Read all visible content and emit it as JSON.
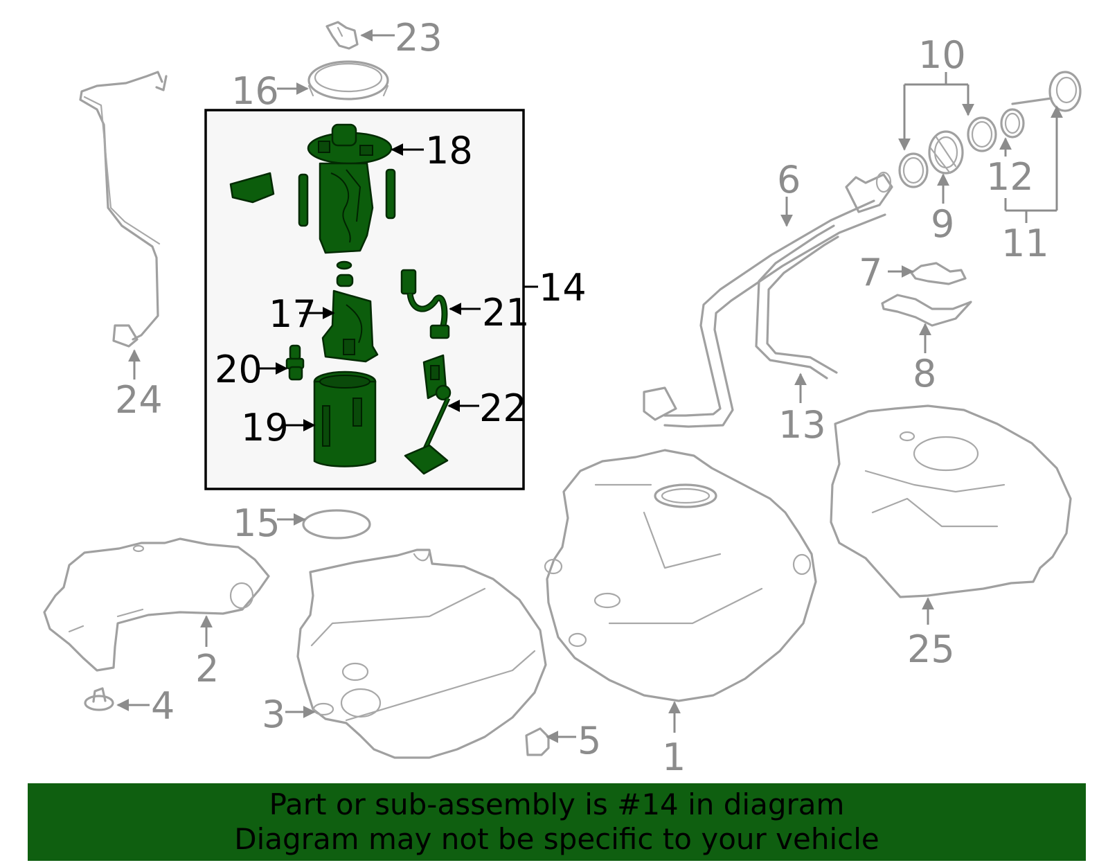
{
  "labels": {
    "p1": "1",
    "p2": "2",
    "p3": "3",
    "p4": "4",
    "p5": "5",
    "p6": "6",
    "p7": "7",
    "p8": "8",
    "p9": "9",
    "p10": "10",
    "p11": "11",
    "p12": "12",
    "p13": "13",
    "p14": "14",
    "p15": "15",
    "p16": "16",
    "p17": "17",
    "p18": "18",
    "p19": "19",
    "p20": "20",
    "p21": "21",
    "p22": "22",
    "p23": "23",
    "p24": "24",
    "p25": "25"
  },
  "banner": {
    "line1": "Part or sub-assembly is #14 in diagram",
    "line2": "Diagram may not be specific to your vehicle"
  },
  "colors": {
    "highlight_green": "#0c5d0c",
    "banner_green": "#0f5f10",
    "outline_grey": "#a0a0a0",
    "label_grey": "#8c8c8c"
  }
}
